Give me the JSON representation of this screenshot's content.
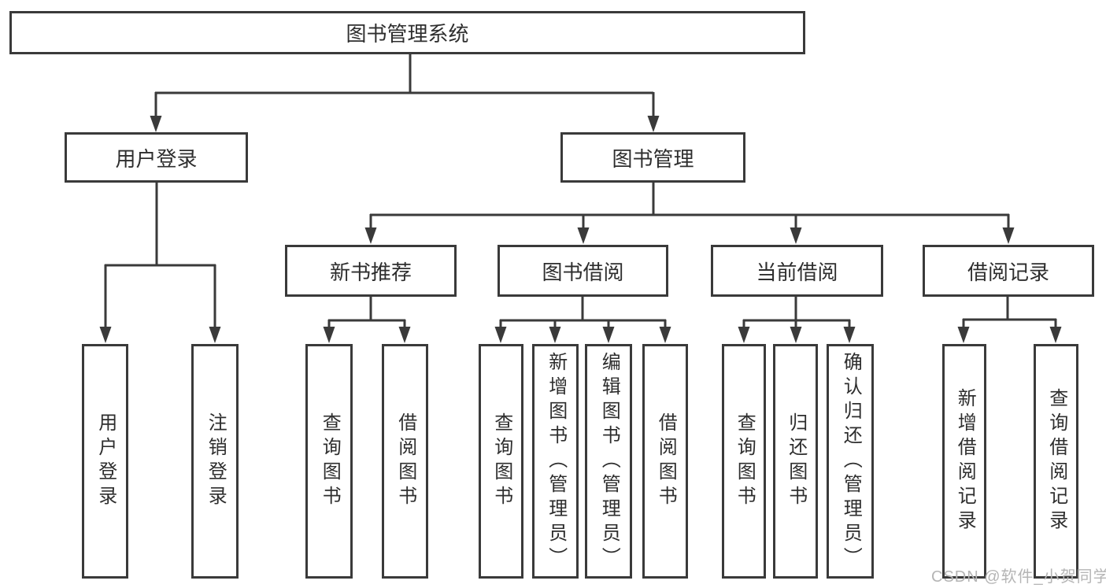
{
  "diagram": {
    "title": "图书管理系统",
    "branches": [
      {
        "label": "用户登录",
        "leaves": [
          "用户登录",
          "注销登录"
        ]
      },
      {
        "label": "图书管理",
        "sections": [
          {
            "label": "新书推荐",
            "leaves": [
              "查询图书",
              "借阅图书"
            ]
          },
          {
            "label": "图书借阅",
            "leaves": [
              "查询图书",
              "新增图书（管理员）",
              "编辑图书（管理员）",
              "借阅图书"
            ]
          },
          {
            "label": "当前借阅",
            "leaves": [
              "查询图书",
              "归还图书",
              "确认归还（管理员）"
            ]
          },
          {
            "label": "借阅记录",
            "leaves": [
              "新增借阅记录",
              "查询借阅记录"
            ]
          }
        ]
      }
    ],
    "colors": {
      "line": "#3a3a3a",
      "text": "#2e2e2e",
      "box_background": "#ffffff",
      "watermark": "#b5b5b5"
    }
  },
  "watermark": "CSDN @软件_小贺同学"
}
